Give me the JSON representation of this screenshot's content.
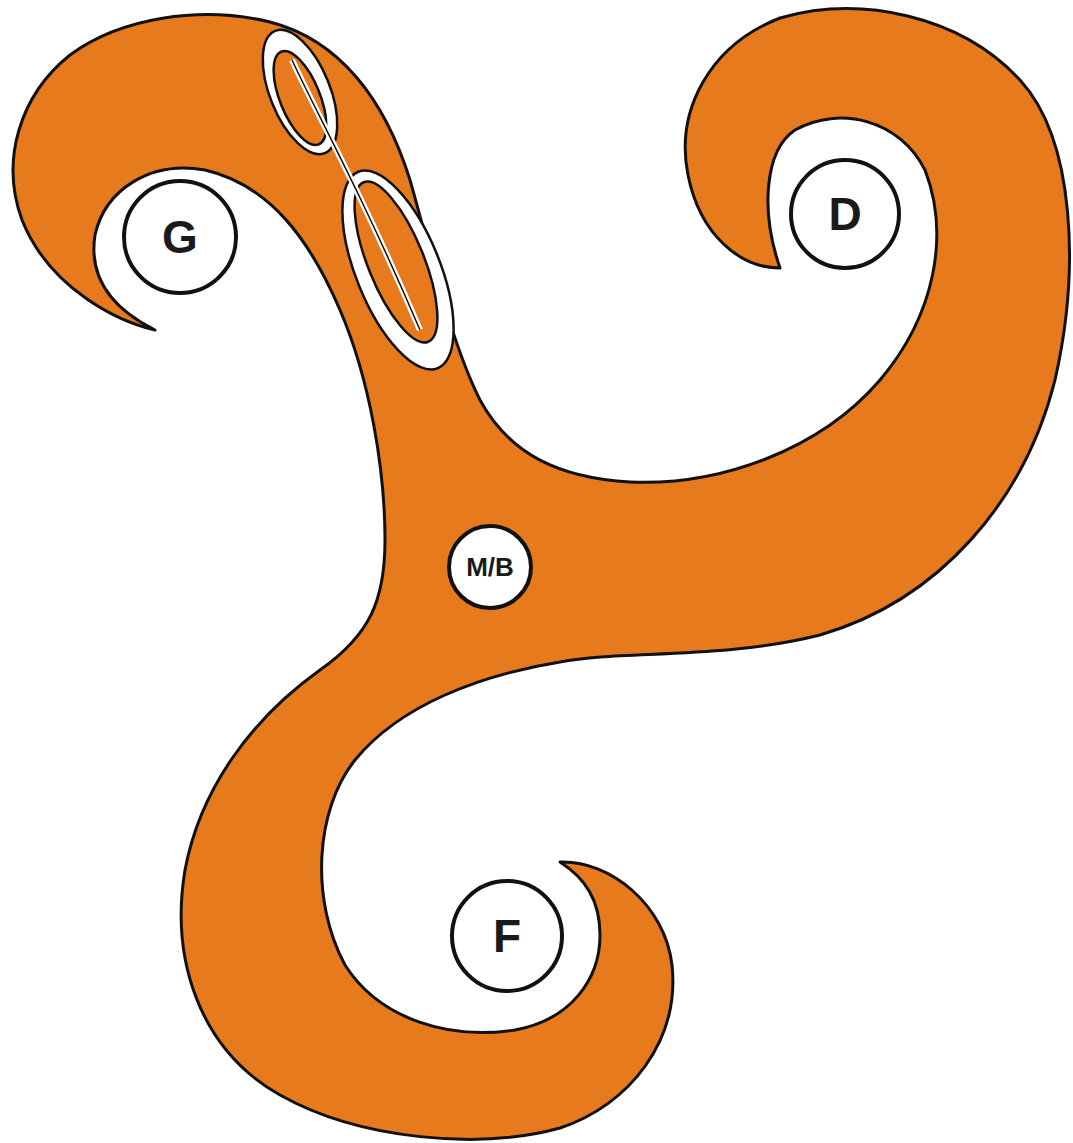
{
  "diagram": {
    "nodes": [
      {
        "text": [
          "G"
        ]
      },
      {
        "text": [
          "D"
        ]
      },
      {
        "text": [
          "M/B"
        ]
      },
      {
        "text": [
          "F"
        ]
      }
    ]
  }
}
